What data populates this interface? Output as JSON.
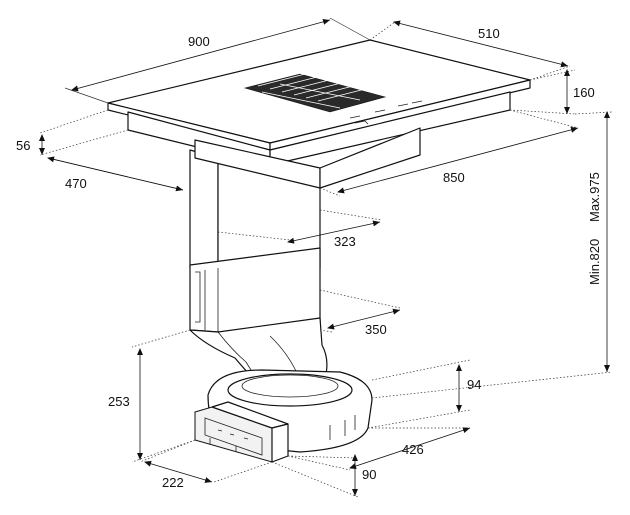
{
  "dimensions": {
    "width_900": "900",
    "depth_510": "510",
    "height_160": "160",
    "thickness_56": "56",
    "offset_470": "470",
    "length_850": "850",
    "duct_323": "323",
    "duct_350": "350",
    "height_253": "253",
    "height_94": "94",
    "base_426": "426",
    "base_222": "222",
    "base_90": "90",
    "min_820": "Min.820",
    "max_975": "Max.975"
  }
}
